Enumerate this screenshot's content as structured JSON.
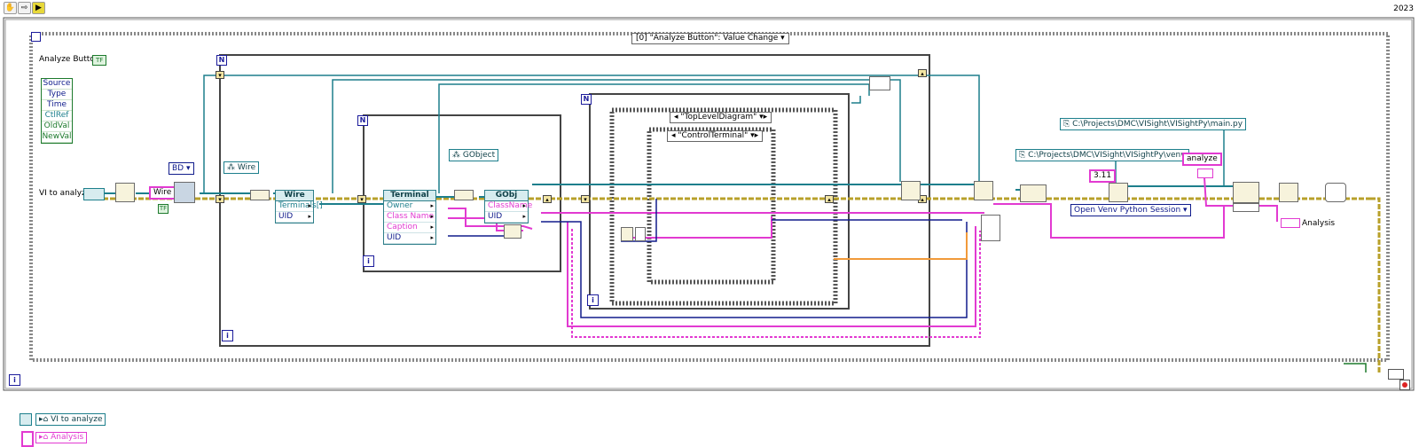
{
  "toolbar": {
    "icons": [
      "hand-icon",
      "step-icon",
      "run-highlight-icon"
    ],
    "version": "2023"
  },
  "event_structure": {
    "selector": "[0] \"Analyze Button\": Value Change",
    "left_label": "Analyze Button",
    "left_badge": "TF",
    "items": [
      "Source",
      "Type",
      "Time",
      "CtlRef",
      "OldVal",
      "NewVal"
    ]
  },
  "diagram": {
    "vi_to_analyze_label": "VI to analyze",
    "bd_label": "BD",
    "wire_const": "Wire",
    "wire_class_teal": "Wire",
    "gobject_const": "GObject",
    "wire_node": {
      "title": "Wire",
      "rows": [
        "Terminals[]",
        "UID"
      ]
    },
    "terminal_node": {
      "title": "Terminal",
      "rows": [
        "Owner",
        "Class Name",
        "Caption",
        "UID"
      ]
    },
    "gobj_node": {
      "title": "GObj",
      "rows": [
        "ClassName",
        "UID"
      ]
    },
    "case_outer": "\"TopLevelDiagram\"",
    "case_inner": "\"ControlTerminal\"",
    "venv_path": "C:\\Projects\\DMC\\VISight\\VISightPy\\venv",
    "main_path": "C:\\Projects\\DMC\\VISight\\VISightPy\\main.py",
    "python_version": "3.11",
    "open_session": "Open Venv Python Session",
    "analyze_const": "analyze",
    "analysis_label": "Analysis",
    "loop_count_label": "N",
    "loop_index_label": "i"
  },
  "controls": {
    "vi_to_analyze": "VI to analyze",
    "analysis": "Analysis"
  },
  "colors": {
    "teal": "#1d7f8c",
    "pink": "#e23ad1",
    "navy": "#101c8c",
    "error_yellow": "#b8a02a",
    "orange": "#f19a3a",
    "green": "#1d7a2c"
  }
}
